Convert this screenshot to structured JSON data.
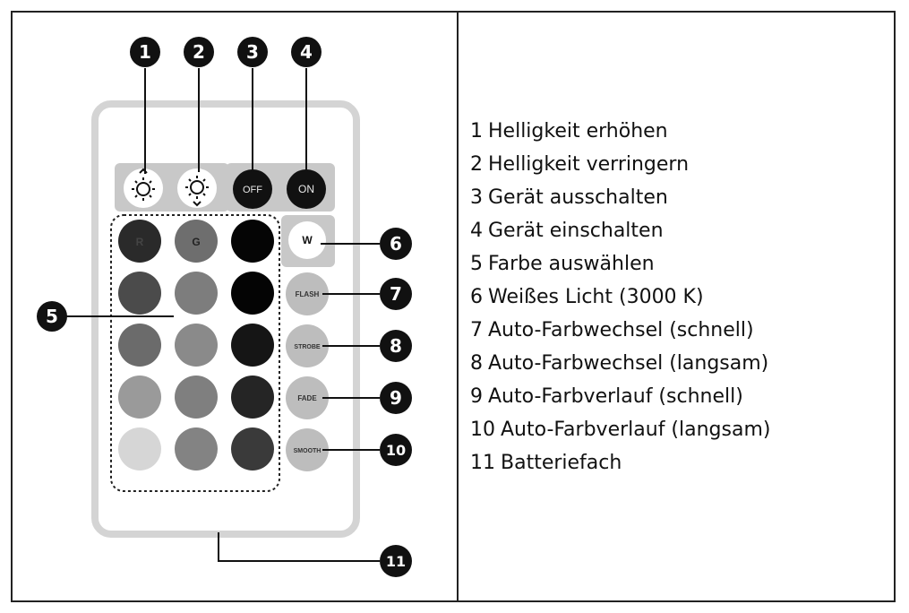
{
  "diagram": {
    "callouts": [
      "1",
      "2",
      "3",
      "4",
      "5",
      "6",
      "7",
      "8",
      "9",
      "10",
      "11"
    ],
    "button_labels": {
      "r": "R",
      "g": "G",
      "off": "OFF",
      "on": "ON",
      "w": "W",
      "flash": "FLASH",
      "strobe": "STROBE",
      "fade": "FADE",
      "smooth": "SMOOTH"
    },
    "colors": {
      "outline": "#111111",
      "remote_border": "#d4d4d4",
      "panel": "#c8c8c8",
      "grid_buttons": [
        [
          "#2a2a2a",
          "#6e6e6e",
          "#050505"
        ],
        [
          "#4b4b4b",
          "#7d7d7d",
          "#040404"
        ],
        [
          "#6b6b6b",
          "#8a8a8a",
          "#151515"
        ],
        [
          "#9a9a9a",
          "#7f7f7f",
          "#252525"
        ],
        [
          "#d6d6d6",
          "#838383",
          "#3a3a3a"
        ]
      ]
    }
  },
  "legend": [
    {
      "num": "1",
      "text": "Helligkeit erhöhen"
    },
    {
      "num": "2",
      "text": "Helligkeit verringern"
    },
    {
      "num": "3",
      "text": "Gerät ausschalten"
    },
    {
      "num": "4",
      "text": "Gerät einschalten"
    },
    {
      "num": "5",
      "text": "Farbe auswählen"
    },
    {
      "num": "6",
      "text": "Weißes Licht (3000 K)"
    },
    {
      "num": "7",
      "text": "Auto-Farbwechsel (schnell)"
    },
    {
      "num": "8",
      "text": "Auto-Farbwechsel (langsam)"
    },
    {
      "num": "9",
      "text": "Auto-Farbverlauf (schnell)"
    },
    {
      "num": "10",
      "text": "Auto-Farbverlauf (langsam)"
    },
    {
      "num": "11",
      "text": "Batteriefach"
    }
  ]
}
